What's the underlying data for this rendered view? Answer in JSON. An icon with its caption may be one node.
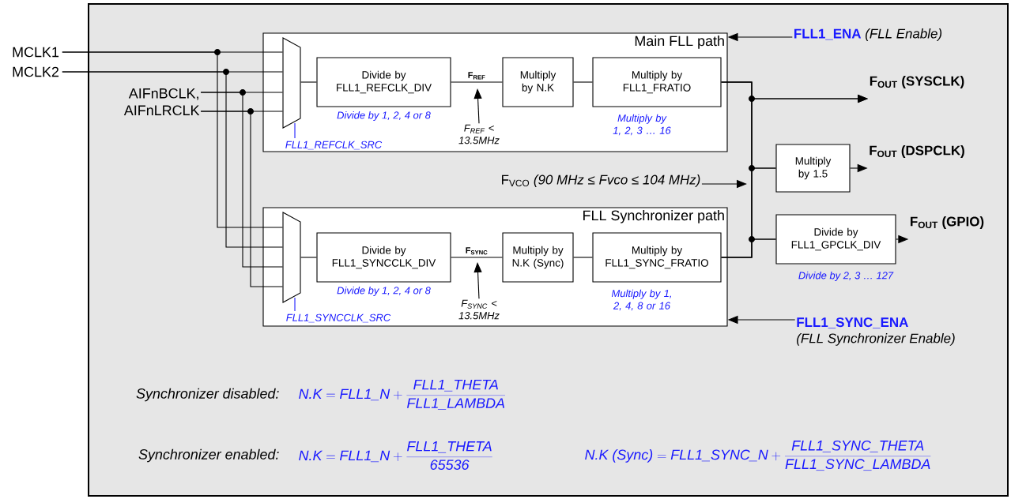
{
  "diagram": {
    "nodes": [
      {
        "text": [
          "MCLK1"
        ]
      },
      {
        "text": [
          "MCLK2"
        ]
      },
      {
        "text": [
          "AIFnBCLK, AIFnLRCLK"
        ]
      },
      {
        "text": [
          "Main FLL path"
        ]
      },
      {
        "text": [],
        "shape": "trapezoid",
        "in": 3,
        "beside": [
          "FLL1_REFCLK_SRC"
        ]
      },
      {
        "text": [
          "Divide by FLL1_REFCLK_DIV"
        ],
        "in": 3,
        "beside": [
          "Divide by 1, 2, 4 or 8"
        ]
      },
      {
        "text": [
          "Multiply by N.K"
        ],
        "in": 3
      },
      {
        "text": [
          "Multiply by FLL1_FRATIO"
        ],
        "in": 3,
        "beside": [
          "Multiply by 1, 2, 3 … 16"
        ]
      },
      {
        "text": [
          "F$_{REF}$ < 13.5MHz"
        ],
        "in": 3
      },
      {
        "text": [
          "FLL Synchronizer path"
        ]
      },
      {
        "text": [],
        "shape": "trapezoid",
        "in": 9,
        "beside": [
          "FLL1_SYNCCLK_SRC"
        ]
      },
      {
        "text": [
          "Divide by FLL1_SYNCCLK_DIV"
        ],
        "in": 9,
        "beside": [
          "Divide by 1, 2, 4 or 8"
        ]
      },
      {
        "text": [
          "Multiply by N.K (Sync)"
        ],
        "in": 9
      },
      {
        "text": [
          "Multiply by FLL1_SYNC_FRATIO"
        ],
        "in": 9,
        "beside": [
          "Multiply by 1, 2, 4, 8 or 16"
        ]
      },
      {
        "text": [
          "F$_{SYNC}$ < 13.5MHz"
        ],
        "in": 9
      },
      {
        "text": [
          "Multiply by 1.5"
        ]
      },
      {
        "text": [
          "Divide by FLL1_GPCLK_DIV"
        ],
        "beside": [
          "Divide by 2, 3 … 127"
        ]
      },
      {
        "text": [
          "F$_{OUT}$ (SYSCLK)"
        ]
      },
      {
        "text": [
          "F$_{OUT}$ (DSPCLK)"
        ]
      },
      {
        "text": [
          "F$_{OUT}$ (GPIO)"
        ]
      },
      {
        "text": [
          "FLL1_ENA",
          "(FLL Enable)"
        ]
      },
      {
        "text": [
          "FLL1_SYNC_ENA",
          "(FLL Synchronizer Enable)"
        ]
      },
      {
        "text": [
          "F$_{VCO}$ *(90 MHz ≤ Fvco ≤ 104 MHz)*"
        ]
      }
    ],
    "edges": [
      {
        "from": 0,
        "to": 4,
        "arrow": "none"
      },
      {
        "from": 0,
        "to": 10,
        "arrow": "none"
      },
      {
        "from": 1,
        "to": 4,
        "arrow": "none"
      },
      {
        "from": 1,
        "to": 10,
        "arrow": "none"
      },
      {
        "from": 2,
        "to": 4,
        "arrow": "none"
      },
      {
        "from": 2,
        "to": 4,
        "arrow": "none"
      },
      {
        "from": 2,
        "to": 10,
        "arrow": "none"
      },
      {
        "from": 2,
        "to": 10,
        "arrow": "none"
      },
      {
        "from": 4,
        "to": 5,
        "arrow": "none"
      },
      {
        "from": 5,
        "to": 6,
        "arrow": "none",
        "label": "F$_{REF}$"
      },
      {
        "from": 6,
        "to": 7,
        "arrow": "none"
      },
      {
        "from": 8,
        "to": null,
        "arrow": "to"
      },
      {
        "from": 10,
        "to": 11,
        "arrow": "none"
      },
      {
        "from": 11,
        "to": 12,
        "arrow": "none",
        "label": "F$_{SYNC}$"
      },
      {
        "from": 12,
        "to": 13,
        "arrow": "none"
      },
      {
        "from": 14,
        "to": null,
        "arrow": "to"
      },
      {
        "from": 7,
        "to": 17,
        "arrow": "to"
      },
      {
        "from": 7,
        "to": 15,
        "arrow": "none"
      },
      {
        "from": 7,
        "to": 16,
        "arrow": "none"
      },
      {
        "from": 13,
        "to": 17,
        "arrow": "to"
      },
      {
        "from": 13,
        "to": 15,
        "arrow": "none"
      },
      {
        "from": 13,
        "to": 16,
        "arrow": "none"
      },
      {
        "from": 15,
        "to": 18,
        "arrow": "to"
      },
      {
        "from": 16,
        "to": 19,
        "arrow": "to"
      },
      {
        "from": 20,
        "to": 3,
        "arrow": "to"
      },
      {
        "from": 21,
        "to": 9,
        "arrow": "to"
      },
      {
        "from": 22,
        "to": null,
        "arrow": "to"
      }
    ],
    "labels": [
      "Synchronizer disabled:",
      "\\textit{N.K} = \\textit{FLL1\\_N} + \\frac{\\textit{FLL1\\_THETA}}{\\textit{FLL1\\_LAMBDA}}",
      "Synchronizer enabled:",
      "\\textit{N.K} = \\textit{FLL1\\_N} + \\frac{\\textit{FLL1\\_THETA}}{\\textit{65536}}",
      "\\textit{N.K (Sync)} = \\textit{FLL1\\_SYNC\\_N} + \\frac{\\textit{FLL1\\_SYNC\\_THETA}}{\\textit{FLL1\\_SYNC\\_LAMBDA}}"
    ]
  }
}
